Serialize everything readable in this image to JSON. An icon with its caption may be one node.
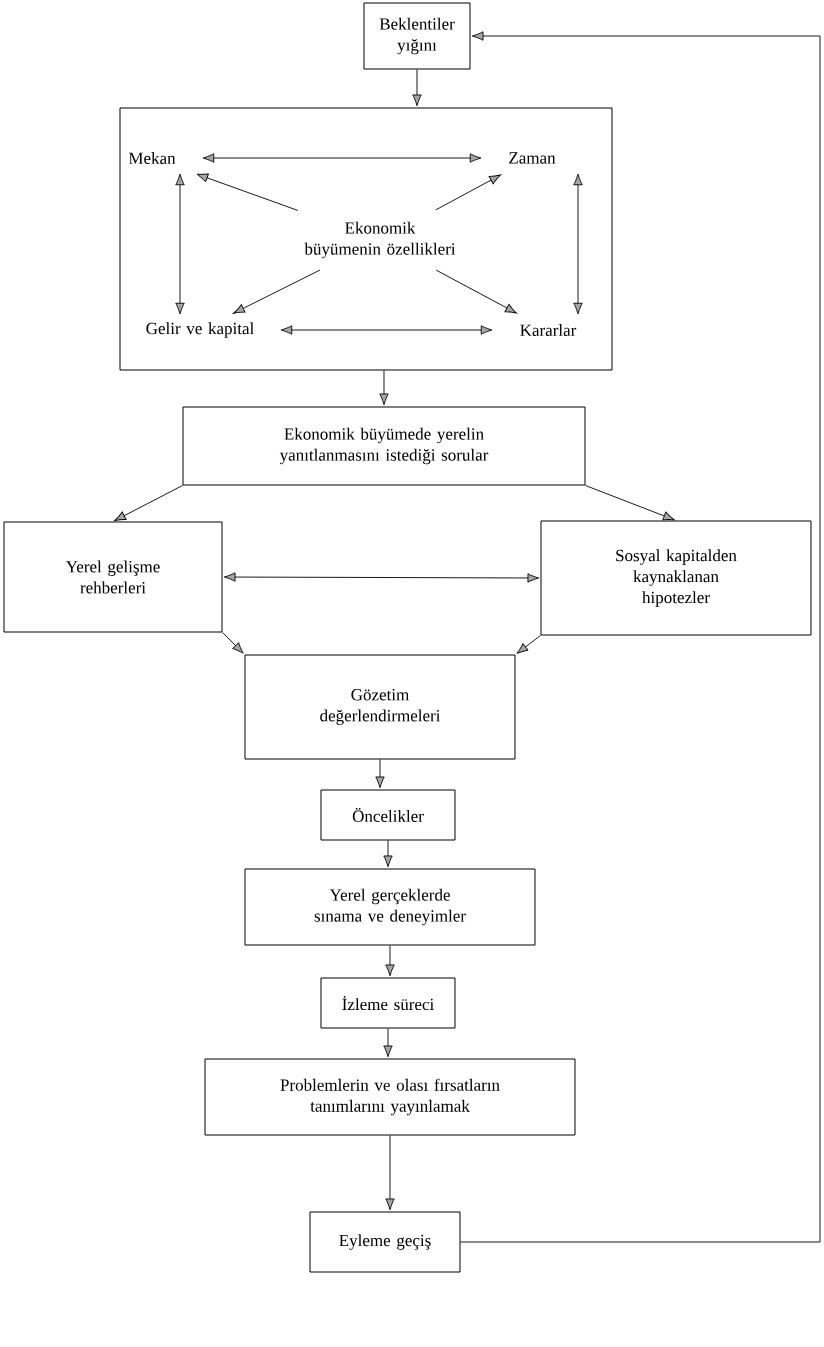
{
  "diagram": {
    "nodes": [
      {
        "text": [
          "Beklentiler yığını"
        ]
      },
      {
        "text": [],
        "shape": "box"
      },
      {
        "text": [
          "Mekan"
        ],
        "in": 1
      },
      {
        "text": [
          "Zaman"
        ],
        "in": 1
      },
      {
        "text": [
          "Ekonomik büyümenin özellikleri"
        ],
        "in": 1
      },
      {
        "text": [
          "Gelir ve kapital"
        ],
        "in": 1
      },
      {
        "text": [
          "Kararlar"
        ],
        "in": 1
      },
      {
        "text": [
          "Ekonomik büyümede yerelin yanıtlanmasını istediği sorular"
        ]
      },
      {
        "text": [
          "Yerel gelişme rehberleri"
        ]
      },
      {
        "text": [
          "Sosyal kapitalden kaynaklanan hipotezler"
        ]
      },
      {
        "text": [
          "Gözetim değerlendirmeleri"
        ]
      },
      {
        "text": [
          "Öncelikler"
        ]
      },
      {
        "text": [
          "Yerel gerçeklerde sınama ve deneyimler"
        ]
      },
      {
        "text": [
          "İzleme süreci"
        ]
      },
      {
        "text": [
          "Problemlerin ve olası fırsatların tanımlarını yayınlamak"
        ]
      },
      {
        "text": [
          "Eyleme geçiş"
        ]
      }
    ],
    "edges": [
      {
        "from": 0,
        "to": 1,
        "arrow": "to"
      },
      {
        "from": 2,
        "to": 3,
        "arrow": "both"
      },
      {
        "from": 4,
        "to": 2,
        "arrow": "to"
      },
      {
        "from": 4,
        "to": 3,
        "arrow": "to"
      },
      {
        "from": 4,
        "to": 5,
        "arrow": "to"
      },
      {
        "from": 4,
        "to": 6,
        "arrow": "to"
      },
      {
        "from": 2,
        "to": 5,
        "arrow": "both"
      },
      {
        "from": 3,
        "to": 6,
        "arrow": "both"
      },
      {
        "from": 5,
        "to": 6,
        "arrow": "both"
      },
      {
        "from": 1,
        "to": 7,
        "arrow": "to"
      },
      {
        "from": 7,
        "to": 8,
        "arrow": "to"
      },
      {
        "from": 7,
        "to": 9,
        "arrow": "to"
      },
      {
        "from": 8,
        "to": 9,
        "arrow": "both"
      },
      {
        "from": 8,
        "to": 10,
        "arrow": "to"
      },
      {
        "from": 9,
        "to": 10,
        "arrow": "to"
      },
      {
        "from": 10,
        "to": 11,
        "arrow": "to"
      },
      {
        "from": 11,
        "to": 12,
        "arrow": "to"
      },
      {
        "from": 12,
        "to": 13,
        "arrow": "to"
      },
      {
        "from": 13,
        "to": 14,
        "arrow": "to"
      },
      {
        "from": 14,
        "to": 15,
        "arrow": "to"
      },
      {
        "from": 15,
        "to": 0,
        "arrow": "to"
      }
    ]
  }
}
